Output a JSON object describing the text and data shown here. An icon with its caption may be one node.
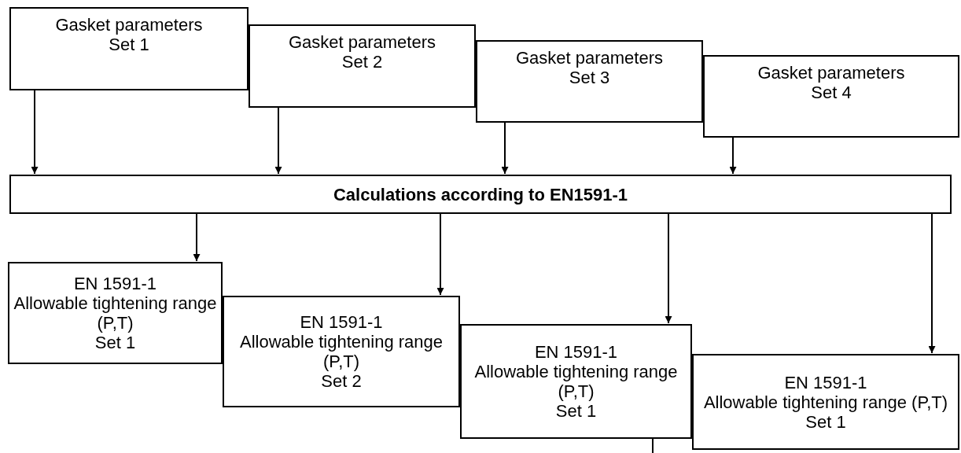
{
  "diagram": {
    "nodes": [
      {
        "text": [
          "Gasket parameters",
          "Set 1"
        ]
      },
      {
        "text": [
          "Gasket parameters",
          "Set 2"
        ]
      },
      {
        "text": [
          "Gasket parameters",
          "Set 3"
        ]
      },
      {
        "text": [
          "Gasket parameters",
          "Set 4"
        ]
      },
      {
        "text": [
          "Calculations according to EN1591-1"
        ]
      },
      {
        "text": [
          "EN 1591-1",
          "Allowable tightening range (P,T)",
          "Set 1"
        ]
      },
      {
        "text": [
          "EN 1591-1",
          "Allowable tightening range (P,T)",
          "Set 2"
        ]
      },
      {
        "text": [
          "EN 1591-1",
          "Allowable tightening range (P,T)",
          "Set 1"
        ]
      },
      {
        "text": [
          "EN 1591-1",
          "Allowable tightening range (P,T)",
          "Set 1"
        ]
      }
    ],
    "edges": [
      {
        "from": 0,
        "to": 4,
        "arrow": "to"
      },
      {
        "from": 1,
        "to": 4,
        "arrow": "to"
      },
      {
        "from": 2,
        "to": 4,
        "arrow": "to"
      },
      {
        "from": 3,
        "to": 4,
        "arrow": "to"
      },
      {
        "from": 4,
        "to": 5,
        "arrow": "to"
      },
      {
        "from": 4,
        "to": 6,
        "arrow": "to"
      },
      {
        "from": 4,
        "to": 7,
        "arrow": "to"
      },
      {
        "from": 4,
        "to": 8,
        "arrow": "to"
      },
      {
        "from": 7,
        "to": null,
        "arrow": "none"
      }
    ]
  }
}
